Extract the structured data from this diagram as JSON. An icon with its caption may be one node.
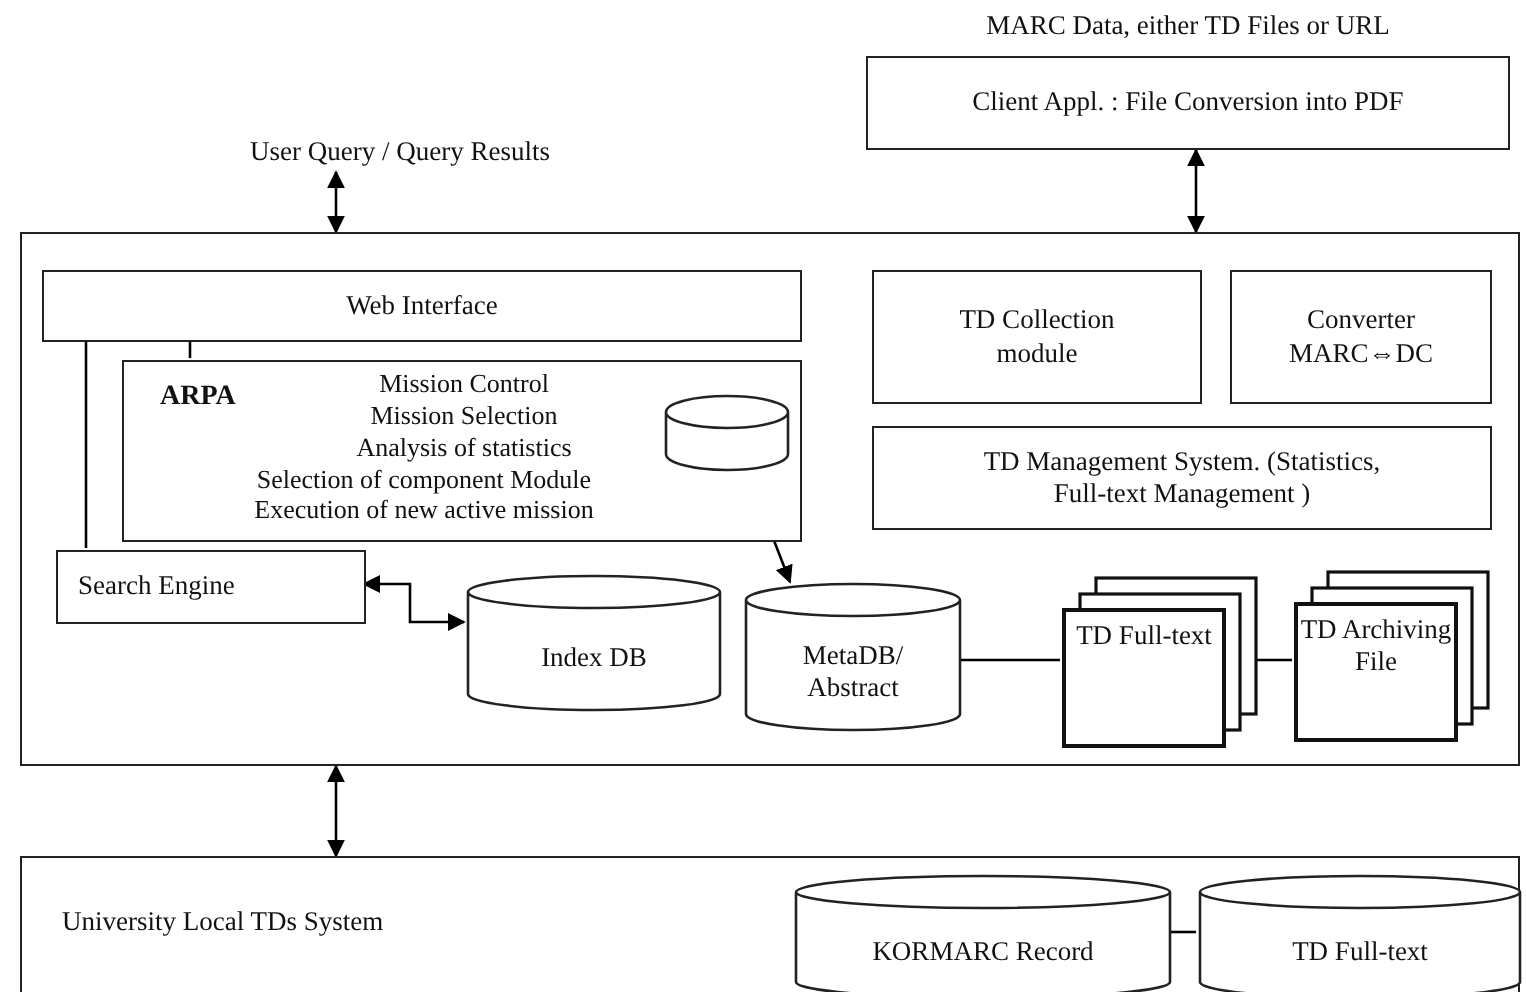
{
  "diagram": {
    "nodes": [
      {
        "text": [
          "MARC Data, either TD Files or URL",
          "Client Appl. : File Conversion into PDF"
        ]
      },
      {
        "text": [
          "User Query / Query Results"
        ]
      },
      {
        "text": [],
        "shape": "box"
      },
      {
        "text": [
          "Web Interface"
        ],
        "in": 2
      },
      {
        "text": [
          "ARPA",
          "Mission Control",
          "Mission Selection",
          "Analysis of statistics",
          "Selection of component Module",
          "Execution of new active mission"
        ],
        "in": 2
      },
      {
        "text": [],
        "shape": "cylinder",
        "in": 4
      },
      {
        "text": [
          "TD Collection module"
        ],
        "in": 2
      },
      {
        "text": [
          "Converter MARC⇔DC"
        ],
        "in": 2
      },
      {
        "text": [
          "TD Management System. (Statistics, Full-text Management )"
        ],
        "in": 2
      },
      {
        "text": [
          "Search Engine"
        ],
        "in": 2
      },
      {
        "text": [
          "Index DB"
        ],
        "in": 2
      },
      {
        "text": [
          "MetaDB/ Abstract"
        ],
        "in": 2
      },
      {
        "text": [
          "TD Full-text"
        ],
        "in": 2
      },
      {
        "text": [
          "TD Archiving File"
        ],
        "in": 2
      },
      {
        "text": [
          "University Local TDs System"
        ]
      },
      {
        "text": [
          "KORMARC Record"
        ],
        "in": 14
      },
      {
        "text": [
          "TD Full-text"
        ],
        "in": 14
      }
    ],
    "edges": [
      {
        "from": 1,
        "to": 2,
        "arrow": "both"
      },
      {
        "from": 0,
        "to": 2,
        "arrow": "both"
      },
      {
        "from": 2,
        "to": 14,
        "arrow": "both"
      },
      {
        "from": 3,
        "to": 4,
        "arrow": "none"
      },
      {
        "from": 3,
        "to": 9,
        "arrow": "none"
      },
      {
        "from": 9,
        "to": 10,
        "arrow": "both"
      },
      {
        "from": 5,
        "to": 11,
        "arrow": "both"
      },
      {
        "from": 11,
        "to": 12,
        "arrow": "none"
      },
      {
        "from": 12,
        "to": 13,
        "arrow": "none"
      },
      {
        "from": 15,
        "to": 16,
        "arrow": "none"
      }
    ]
  }
}
